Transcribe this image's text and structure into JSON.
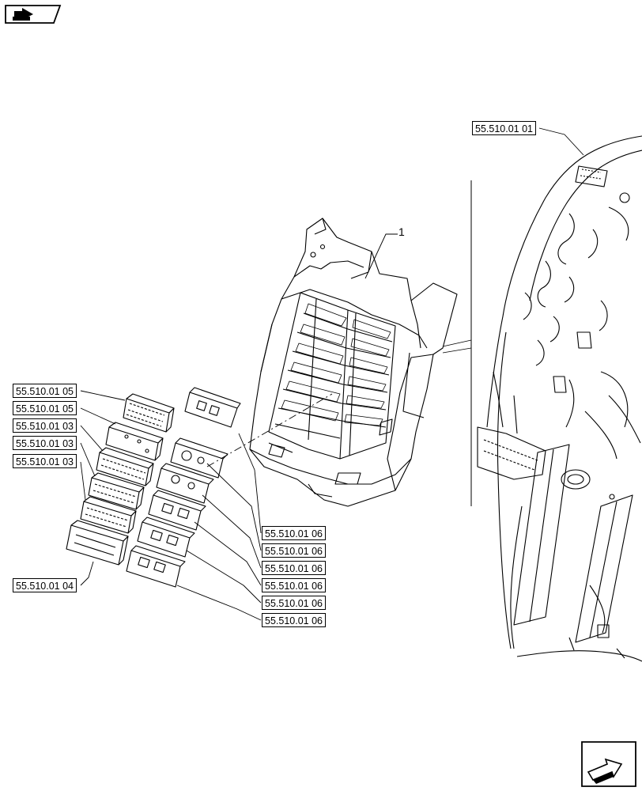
{
  "refs": {
    "harness_right": "55.510.01 01",
    "fuse_left_1": "55.510.01 05",
    "fuse_left_2": "55.510.01 05",
    "fuse_left_3": "55.510.01 03",
    "fuse_left_4": "55.510.01 03",
    "fuse_left_5": "55.510.01 03",
    "fuse_left_6": "55.510.01 04",
    "relay_1": "55.510.01 06",
    "relay_2": "55.510.01 06",
    "relay_3": "55.510.01 06",
    "relay_4": "55.510.01 06",
    "relay_5": "55.510.01 06",
    "relay_6": "55.510.01 06"
  },
  "part_number": "1",
  "icons": {
    "top_left": "back-page-arrow-icon",
    "bottom_right": "next-page-arrow-icon"
  },
  "colors": {
    "line": "#000000",
    "background": "#ffffff"
  }
}
